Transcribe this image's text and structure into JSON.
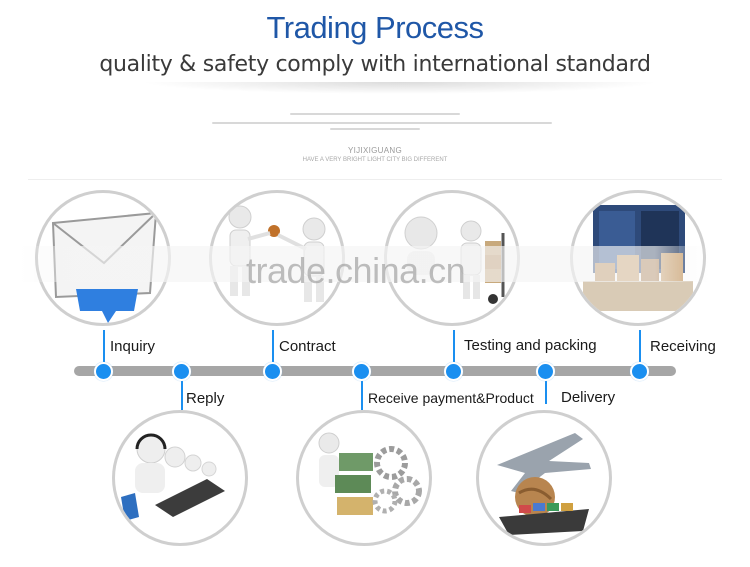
{
  "header": {
    "title": "Trading Process",
    "subtitle": "quality & safety comply with international standard"
  },
  "brand": {
    "name": "YIJIXIGUANG",
    "tagline": "HAVE A VERY BRIGHT LIGHT CITY BIG DIFFERENT"
  },
  "watermark": "trade.china.cn",
  "steps": {
    "inquiry": "Inquiry",
    "reply": "Reply",
    "contract": "Contract",
    "receive_payment": "Receive payment&Product",
    "testing_packing": "Testing and packing",
    "delivery": "Delivery",
    "receiving": "Receiving"
  },
  "colors": {
    "title": "#1f57a7",
    "accent": "#1a8ff0",
    "timeline": "#a6a6a6",
    "circle_border": "#cfcfcf"
  },
  "icons": {
    "inquiry": "envelope-icon",
    "contract": "handshake-figures-icon",
    "testing_packing": "hand-truck-figure-icon",
    "receiving": "shipping-container-icon",
    "reply": "call-center-operators-icon",
    "receive_payment": "money-gears-icon",
    "delivery": "airplane-globe-ship-icon"
  }
}
